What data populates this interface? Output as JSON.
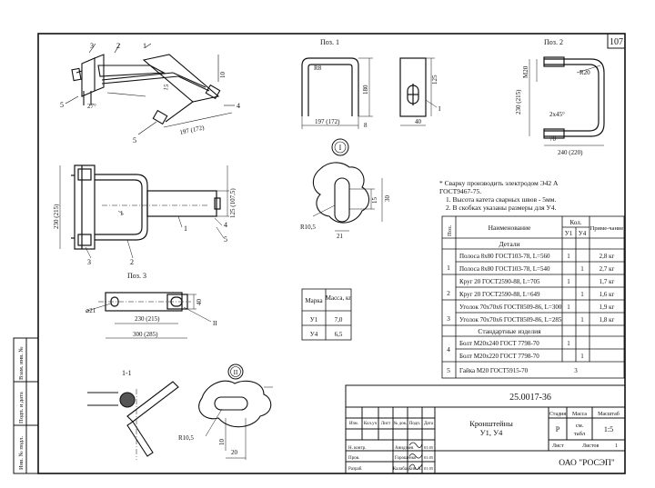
{
  "sheet": {
    "number": "107",
    "doc_code": "25.0017-36",
    "title_line1": "Кронштейны",
    "title_line2": "У1, У4",
    "company": "ОАО \"РОСЭП\"",
    "stage_header": "Стадия",
    "mass_header": "Масса",
    "scale_header": "Масштаб",
    "stage": "Р",
    "mass_line1": "см.",
    "mass_line2": "табл",
    "scale": "1:5",
    "sheet_label": "Лист",
    "sheets_label": "Листов",
    "sheets_count": "1",
    "rev_headers": [
      "Изм.",
      "Кол.уч",
      "Лист",
      "№ док.",
      "Подп.",
      "Дата"
    ],
    "signers": [
      {
        "role": "Н. контр.",
        "name": "Анидзаев"
      },
      {
        "role": "Пров.",
        "name": "Горошенко"
      },
      {
        "role": "Разраб.",
        "name": "Калабацкин А."
      }
    ],
    "sign_dates": [
      "01.05",
      "01.05",
      "01.05"
    ],
    "side_stamp": [
      "Инв. № подл.",
      "Подп. и дата",
      "Взам. инв. №"
    ]
  },
  "views": {
    "pos1": "Поз. 1",
    "pos2": "Поз. 2",
    "pos3": "Поз. 3",
    "section": "1-1",
    "detail1": "I",
    "detail2": "II"
  },
  "dims": {
    "d197": "197 (172)",
    "d180": "180",
    "d8": "8",
    "d125": "125",
    "d40": "40",
    "d_r8": "R8",
    "d_m20": "M20",
    "d_r20": "R20",
    "d_230_2": "230 (215)",
    "d_2x45": "2x45°",
    "d70": "70",
    "d_240": "240 (220)",
    "d_230_l": "230 (215)",
    "d_125_107": "125 (107,5)",
    "d_r105": "R10,5",
    "d15": "15",
    "d21": "21",
    "d30": "30",
    "d_phi21": "⌀21",
    "d_230b": "230 (215)",
    "d_300": "300 (285)",
    "d40b": "40",
    "d_r105b": "R10,5",
    "d10": "10",
    "d20": "20",
    "d27": "27°",
    "d_197_iso": "197 (172)",
    "d15_iso": "15",
    "d10_iso": "10"
  },
  "leaders": {
    "n1": "1",
    "n2": "2",
    "n3": "3",
    "n4": "4",
    "n5": "5"
  },
  "notes": [
    "* Сварку производить электродом Э42 А",
    "ГОСТ9467-75.",
    "1. Высота катета сварных швов - 5мм.",
    "2. В скобках указаны размеры для У4."
  ],
  "mass_table": {
    "headers": [
      "Марка",
      "Масса, кг"
    ],
    "rows": [
      [
        "У1",
        "7,0"
      ],
      [
        "У4",
        "6,5"
      ]
    ]
  },
  "spec_table": {
    "col_pos": "Поз.",
    "col_name": "Наименование",
    "col_qty": "Кол.",
    "col_u1": "У1",
    "col_u4": "У4",
    "col_note": "Приме-чание",
    "section_parts": "Детали",
    "section_std": "Стандартные изделия",
    "rows": [
      {
        "pos": "1",
        "name": "Полоса 8x80 ГОСТ103-78, L=560",
        "u1": "1",
        "u4": "",
        "note": "2,8 кг"
      },
      {
        "pos": "",
        "name": "Полоса 8x80 ГОСТ103-78, L=540",
        "u1": "",
        "u4": "1",
        "note": "2,7 кг"
      },
      {
        "pos": "2",
        "name": "Круг 20 ГОСТ2590-88, L=705",
        "u1": "1",
        "u4": "",
        "note": "1,7 кг"
      },
      {
        "pos": "",
        "name": "Круг 20 ГОСТ2590-88, L=649",
        "u1": "",
        "u4": "1",
        "note": "1,6 кг"
      },
      {
        "pos": "3",
        "name": "Уголок 70x70x6 ГОСТ8509-86, L=300",
        "u1": "1",
        "u4": "",
        "note": "1,9 кг"
      },
      {
        "pos": "",
        "name": "Уголок 70x70x6 ГОСТ8509-86, L=285",
        "u1": "",
        "u4": "1",
        "note": "1,8 кг"
      },
      {
        "pos": "4",
        "name": "Болт М20x240 ГОСТ 7798-70",
        "u1": "1",
        "u4": "",
        "note": ""
      },
      {
        "pos": "",
        "name": "Болт М20x220 ГОСТ 7798-70",
        "u1": "",
        "u4": "1",
        "note": ""
      },
      {
        "pos": "5",
        "name": "Гайка М20 ГОСТ5915-70",
        "u1": "3",
        "u4": "",
        "note": ""
      }
    ]
  }
}
